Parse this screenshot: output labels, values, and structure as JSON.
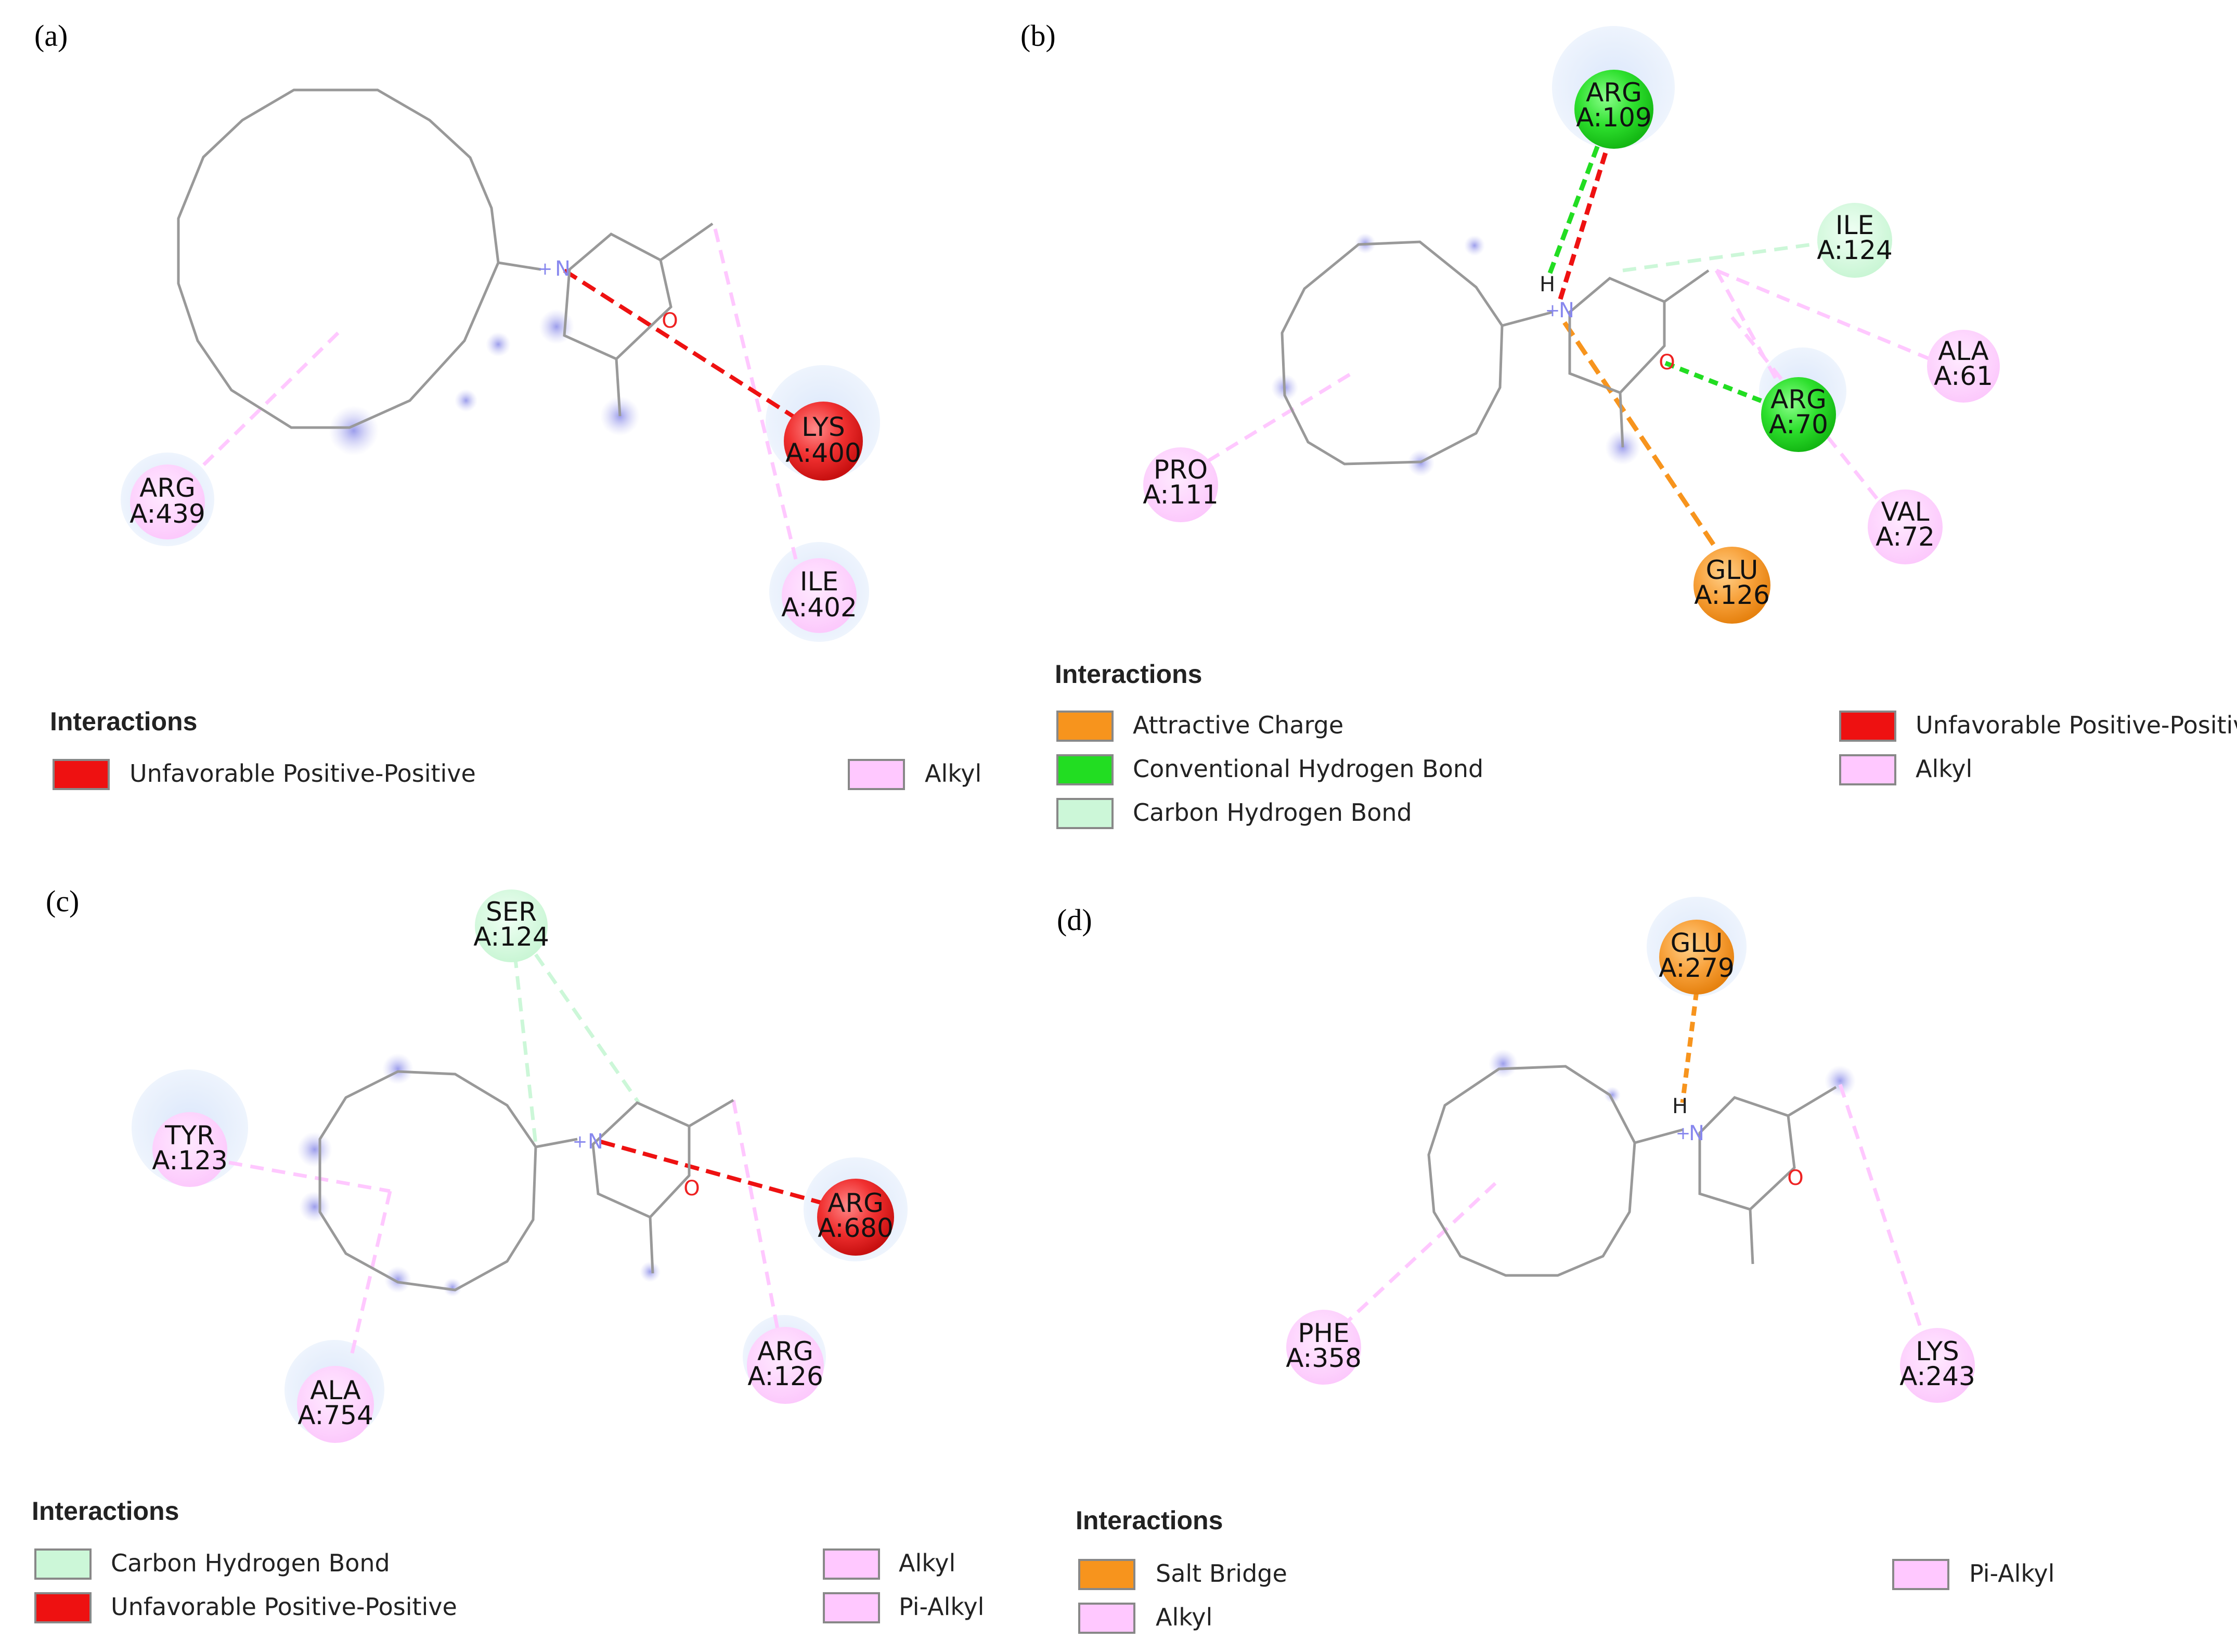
{
  "panels": [
    {
      "label": "(a)",
      "residues": [
        {
          "name": "ARG",
          "num": "A:439",
          "type": "alkyl"
        },
        {
          "name": "LYS",
          "num": "A:400",
          "type": "unfavorable"
        },
        {
          "name": "ILE",
          "num": "A:402",
          "type": "alkyl"
        }
      ],
      "legend": {
        "title": "Interactions",
        "items": [
          {
            "label": "Unfavorable Positive-Positive",
            "color": "#ee1111"
          },
          {
            "label": "Alkyl",
            "color": "#ffc8ff"
          }
        ]
      }
    },
    {
      "label": "(b)",
      "residues": [
        {
          "name": "ARG",
          "num": "A:109",
          "type": "hbond"
        },
        {
          "name": "ILE",
          "num": "A:124",
          "type": "carbonh"
        },
        {
          "name": "ALA",
          "num": "A:61",
          "type": "alkyl"
        },
        {
          "name": "ARG",
          "num": "A:70",
          "type": "hbond"
        },
        {
          "name": "PRO",
          "num": "A:111",
          "type": "alkyl"
        },
        {
          "name": "VAL",
          "num": "A:72",
          "type": "alkyl"
        },
        {
          "name": "GLU",
          "num": "A:126",
          "type": "charge"
        }
      ],
      "legend": {
        "title": "Interactions",
        "items": [
          {
            "label": "Attractive Charge",
            "color": "#f7941d"
          },
          {
            "label": "Conventional Hydrogen Bond",
            "color": "#22dd22"
          },
          {
            "label": "Carbon Hydrogen Bond",
            "color": "#ccf7d8"
          },
          {
            "label": "Unfavorable Positive-Positive",
            "color": "#ee1111"
          },
          {
            "label": "Alkyl",
            "color": "#ffc8ff"
          }
        ]
      }
    },
    {
      "label": "(c)",
      "residues": [
        {
          "name": "SER",
          "num": "A:124",
          "type": "carbonh"
        },
        {
          "name": "TYR",
          "num": "A:123",
          "type": "alkyl"
        },
        {
          "name": "ARG",
          "num": "A:680",
          "type": "unfavorable"
        },
        {
          "name": "ALA",
          "num": "A:754",
          "type": "alkyl"
        },
        {
          "name": "ARG",
          "num": "A:126",
          "type": "alkyl"
        }
      ],
      "legend": {
        "title": "Interactions",
        "items": [
          {
            "label": "Carbon Hydrogen Bond",
            "color": "#ccf7d8"
          },
          {
            "label": "Unfavorable Positive-Positive",
            "color": "#ee1111"
          },
          {
            "label": "Alkyl",
            "color": "#ffc8ff"
          },
          {
            "label": "Pi-Alkyl",
            "color": "#ffc8ff"
          }
        ]
      }
    },
    {
      "label": "(d)",
      "residues": [
        {
          "name": "GLU",
          "num": "A:279",
          "type": "charge"
        },
        {
          "name": "PHE",
          "num": "A:358",
          "type": "alkyl"
        },
        {
          "name": "LYS",
          "num": "A:243",
          "type": "alkyl"
        }
      ],
      "legend": {
        "title": "Interactions",
        "items": [
          {
            "label": "Salt Bridge",
            "color": "#f7941d"
          },
          {
            "label": "Alkyl",
            "color": "#ffc8ff"
          },
          {
            "label": "Pi-Alkyl",
            "color": "#ffc8ff"
          }
        ]
      }
    }
  ],
  "atoms": {
    "nitrogen": "N",
    "oxygen": "O",
    "hydrogen": "H",
    "plus": "+"
  },
  "colors": {
    "bond": "#999999",
    "nitrogen": "#8888ee",
    "oxygen": "#ee2222",
    "unfavorable": "#ee1111",
    "hbond": "#22dd22",
    "carbonh": "#ccf7d8",
    "alkyl": "#ffc8ff",
    "charge": "#f7941d"
  }
}
